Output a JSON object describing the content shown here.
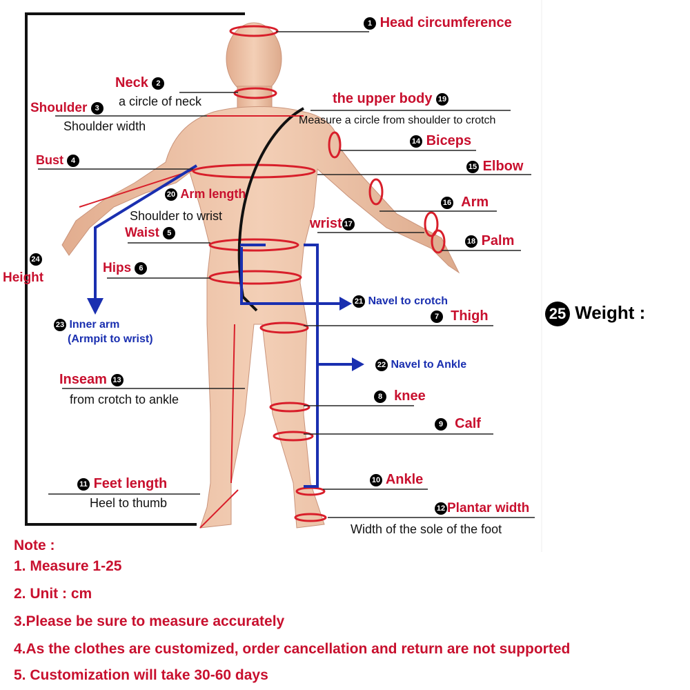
{
  "labels": {
    "head": {
      "num": "1",
      "text": "Head circumference"
    },
    "neck": {
      "num": "2",
      "text": "Neck",
      "sub": "a circle of neck"
    },
    "shoulder": {
      "num": "3",
      "text": "Shoulder",
      "sub": "Shoulder width"
    },
    "bust": {
      "num": "4",
      "text": "Bust"
    },
    "waist": {
      "num": "5",
      "text": "Waist"
    },
    "hips": {
      "num": "6",
      "text": "Hips"
    },
    "thigh": {
      "num": "7",
      "text": "Thigh"
    },
    "knee": {
      "num": "8",
      "text": "knee"
    },
    "calf": {
      "num": "9",
      "text": "Calf"
    },
    "ankle": {
      "num": "10",
      "text": "Ankle"
    },
    "feet": {
      "num": "11",
      "text": "Feet length",
      "sub": "Heel to thumb"
    },
    "plantar": {
      "num": "12",
      "text": "Plantar width",
      "sub": "Width of the sole of the foot"
    },
    "inseam": {
      "num": "13",
      "text": "Inseam",
      "sub": "from crotch to ankle"
    },
    "biceps": {
      "num": "14",
      "text": "Biceps"
    },
    "elbow": {
      "num": "15",
      "text": "Elbow"
    },
    "arm": {
      "num": "16",
      "text": "Arm"
    },
    "wrist": {
      "num": "17",
      "text": "wrist"
    },
    "palm": {
      "num": "18",
      "text": "Palm"
    },
    "upper_body": {
      "num": "19",
      "text": "the upper body",
      "sub": "Measure a circle from shoulder to crotch"
    },
    "arm_length": {
      "num": "20",
      "text": "Arm length",
      "sub": "Shoulder to wrist"
    },
    "navel_crotch": {
      "num": "21",
      "text": "Navel to crotch"
    },
    "navel_ankle": {
      "num": "22",
      "text": "Navel to Ankle"
    },
    "inner_arm": {
      "num": "23",
      "text": "Inner arm",
      "sub": "(Armpit to wrist)"
    },
    "height": {
      "num": "24",
      "text": "Height"
    },
    "weight": {
      "num": "25",
      "text": "Weight :"
    }
  },
  "notes": {
    "title": "Note :",
    "items": [
      "1. Measure 1-25",
      "2. Unit : cm",
      "3.Please be sure to measure accurately",
      "4.As the clothes are customized, order cancellation and return are not supported",
      "5. Customization will take  30-60 days"
    ]
  },
  "colors": {
    "label_red": "#c8102e",
    "arrow_blue": "#1a2fb0",
    "skin": "#eec4a8",
    "ring_red": "#d81e2a"
  }
}
